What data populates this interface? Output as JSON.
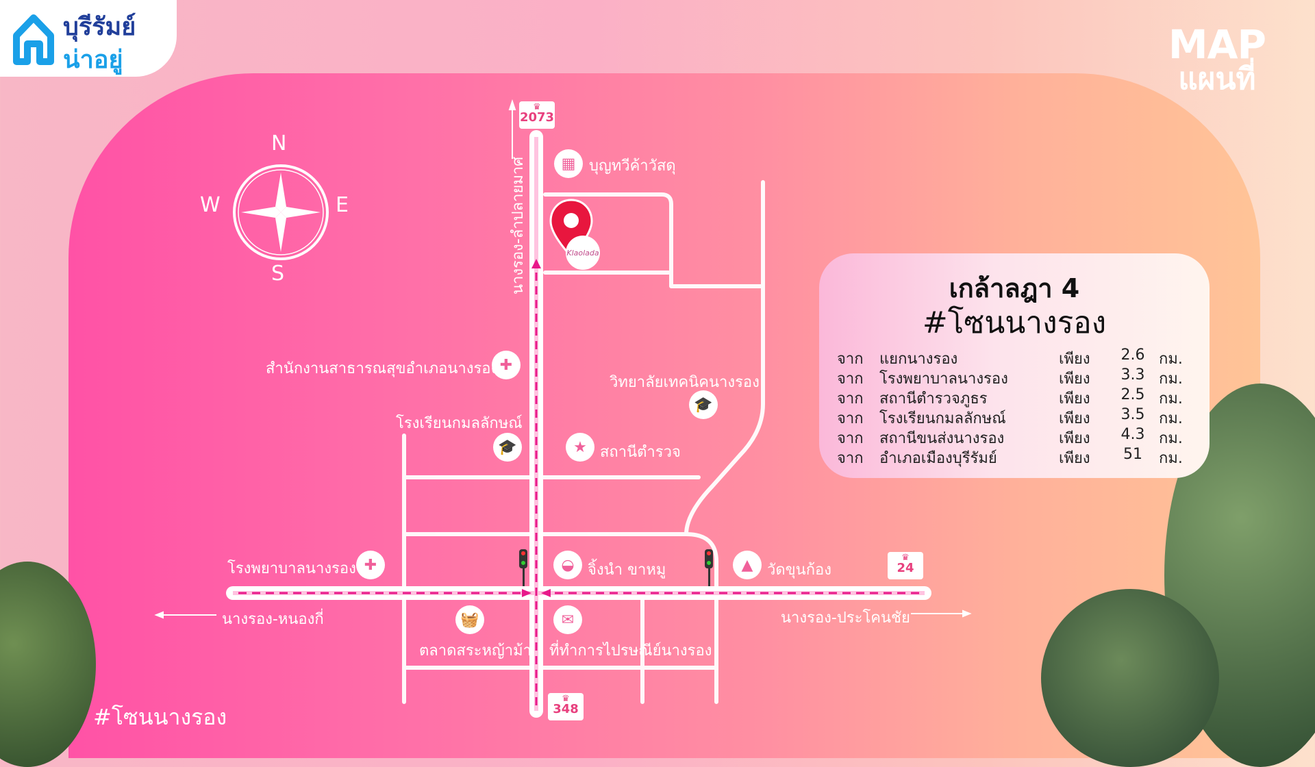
{
  "brand": {
    "line1": "บุรีรัมย์",
    "line2": "น่าอยู่"
  },
  "map_tag": {
    "en": "MAP",
    "th": "แผนที่"
  },
  "hashtag": "#โซนนางรอง",
  "compass": {
    "n": "N",
    "s": "S",
    "e": "E",
    "w": "W"
  },
  "roads": {
    "north_road": "นางรอง-ลำปลายมาศ",
    "west_road": "นางรอง-หนองกี่",
    "east_road": "นางรอง-ประโคนชัย",
    "hwy_north": "2073",
    "hwy_east": "24",
    "hwy_south": "348"
  },
  "places": {
    "p1": "บุญทวีค้าวัสดุ",
    "p2": "สำนักงานสาธารณสุขอำเภอนางรอง",
    "p3": "วิทยาลัยเทคนิคนางรอง",
    "p4": "โรงเรียนกมลลักษณ์",
    "p5": "สถานีตำรวจ",
    "p6": "โรงพยาบาลนางรอง",
    "p7": "จิ้งนำ ขาหมู",
    "p8": "วัดขุนก้อง",
    "p9": "ตลาดสระหญ้าม้า",
    "p10": "ที่ทำการไปรษณีย์นางรอง"
  },
  "project_badge": "Klaolada",
  "info": {
    "title": "เกล้าลฎา 4",
    "subtitle": "#โซนนางรอง",
    "rows": [
      {
        "from": "จาก",
        "place": "แยกนางรอง",
        "only": "เพียง",
        "dist": "2.6",
        "unit": "กม."
      },
      {
        "from": "จาก",
        "place": "โรงพยาบาลนางรอง",
        "only": "เพียง",
        "dist": "3.3",
        "unit": "กม."
      },
      {
        "from": "จาก",
        "place": "สถานีตำรวจภูธร",
        "only": "เพียง",
        "dist": "2.5",
        "unit": "กม."
      },
      {
        "from": "จาก",
        "place": "โรงเรียนกมลลักษณ์",
        "only": "เพียง",
        "dist": "3.5",
        "unit": "กม."
      },
      {
        "from": "จาก",
        "place": "สถานีขนส่งนางรอง",
        "only": "เพียง",
        "dist": "4.3",
        "unit": "กม."
      },
      {
        "from": "จาก",
        "place": "อำเภอเมืองบุรีรัมย์",
        "only": "เพียง",
        "dist": "51",
        "unit": "กม."
      }
    ]
  },
  "colors": {
    "accent": "#ff52a6",
    "route": "#e8188a",
    "brand_blue": "#1aa0e8"
  }
}
